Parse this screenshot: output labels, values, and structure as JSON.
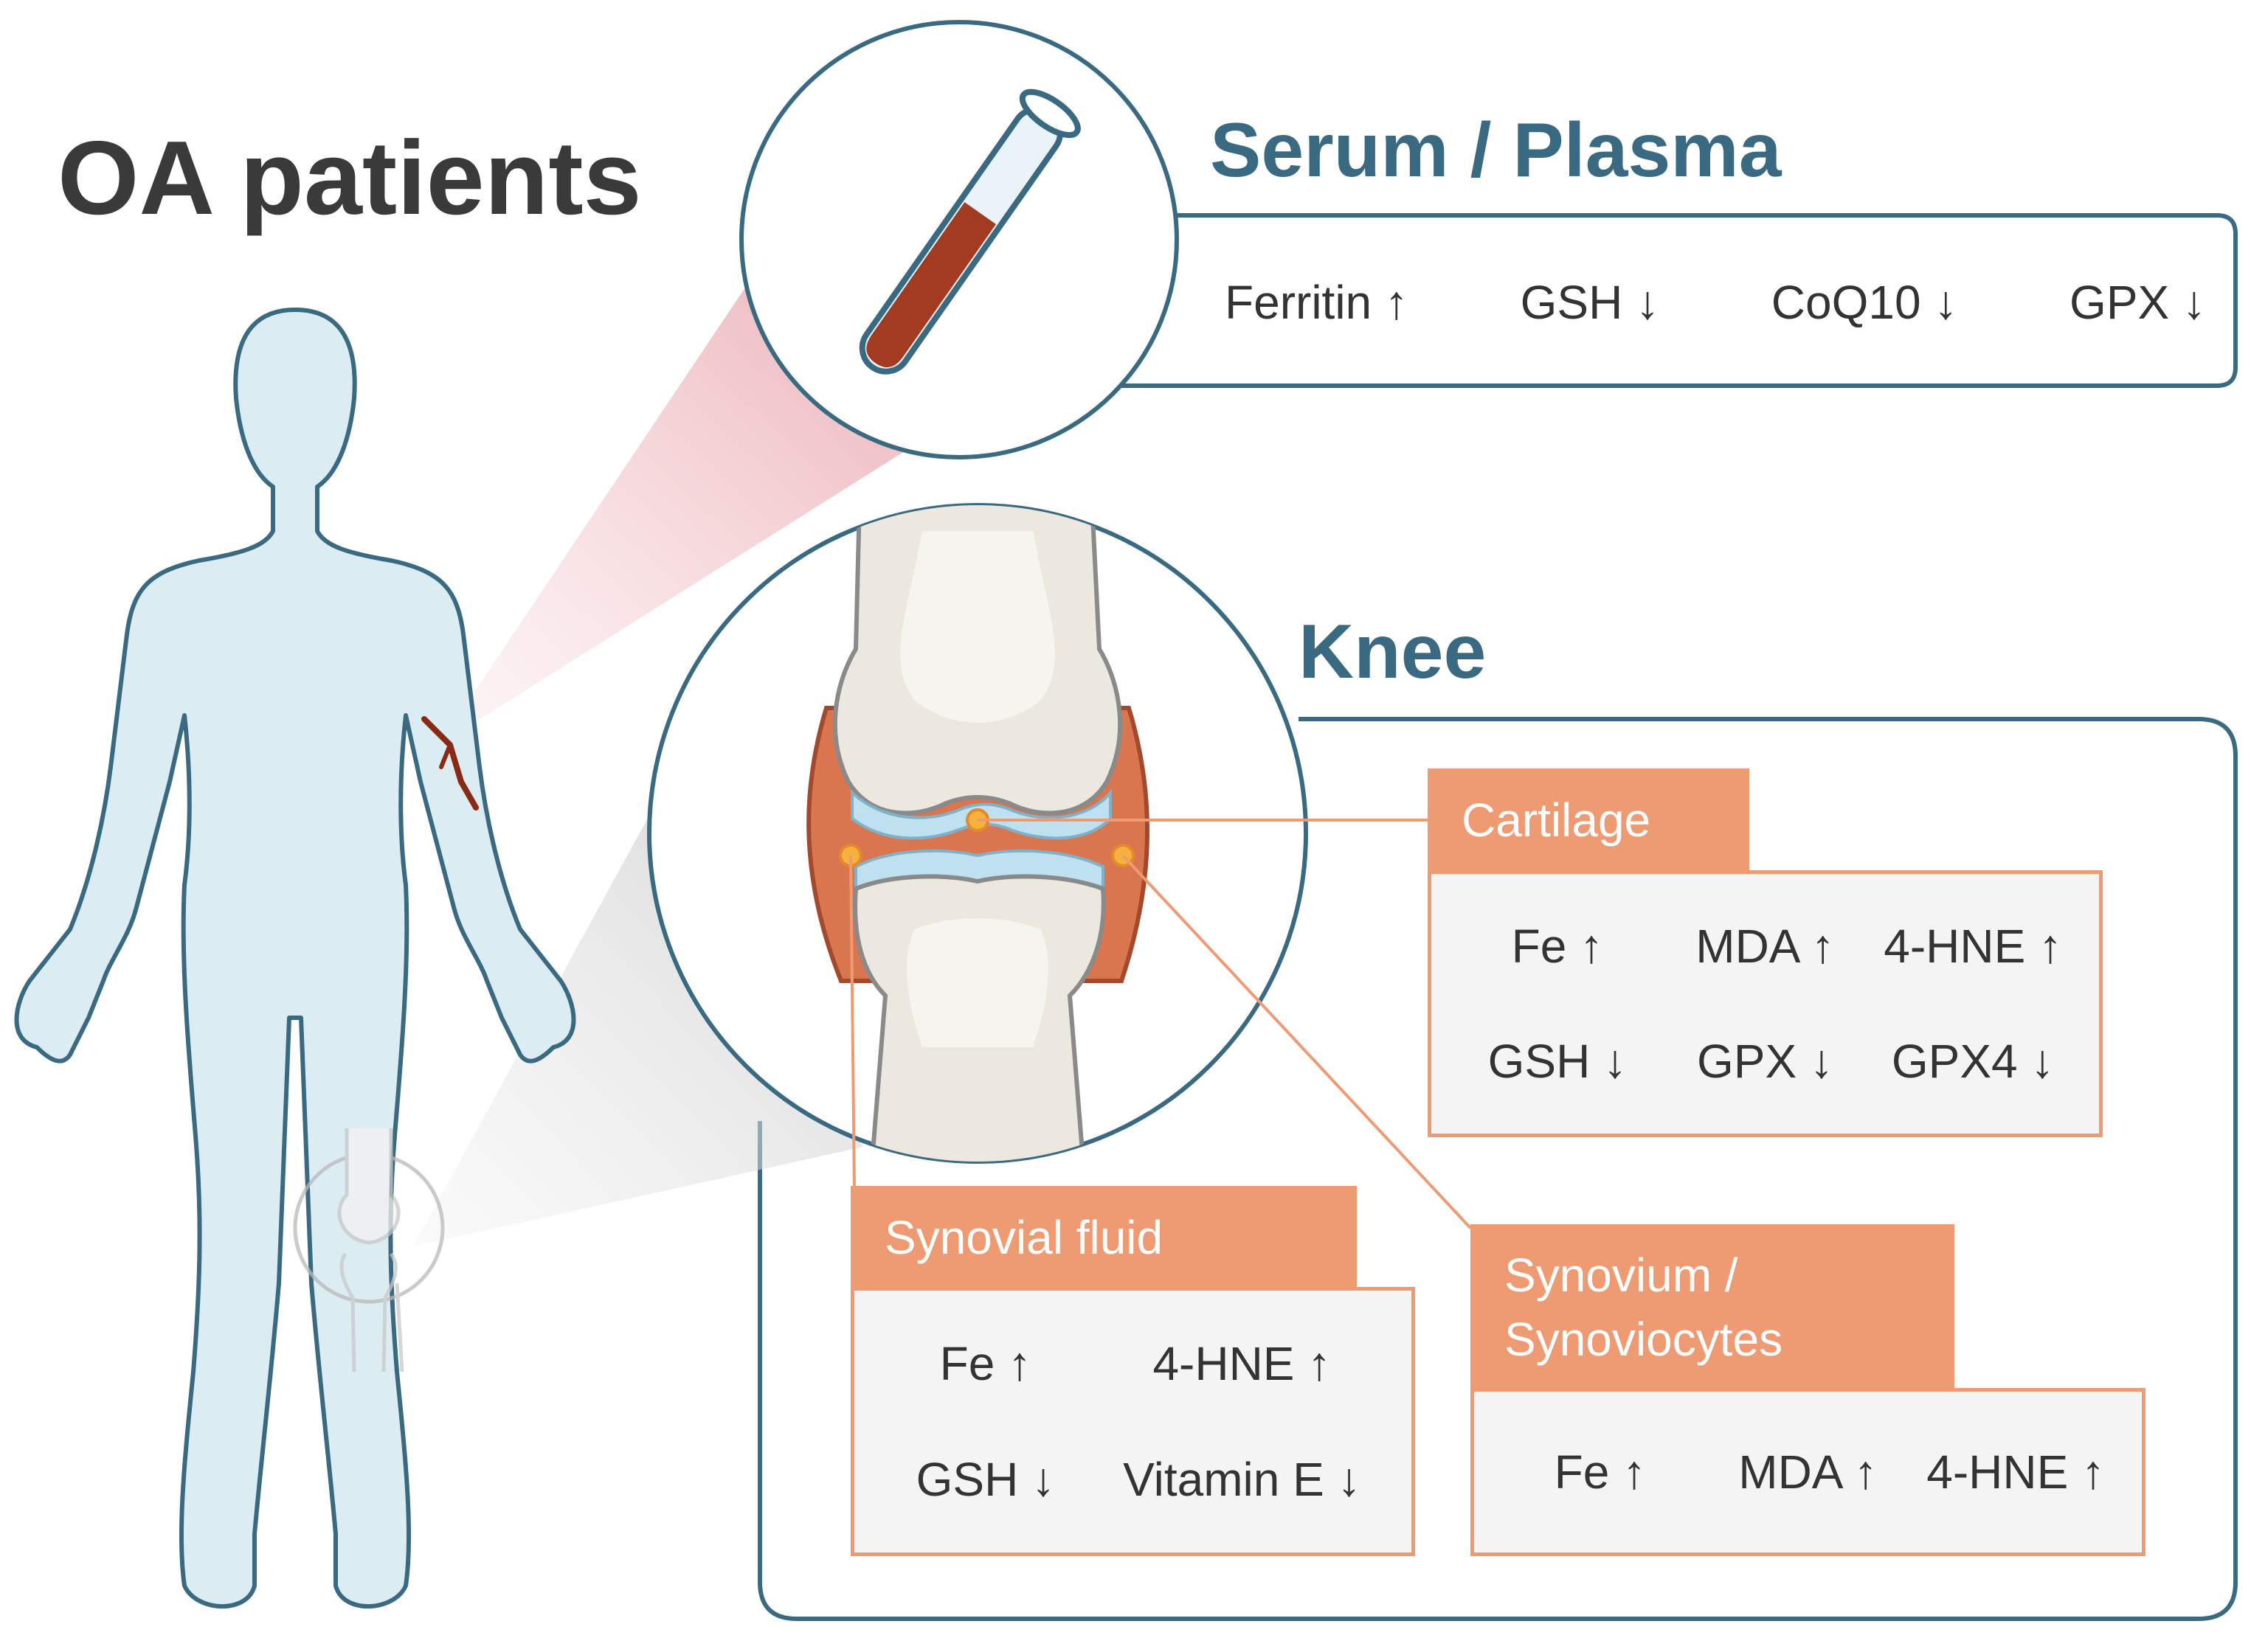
{
  "title": "OA patients",
  "serum": {
    "title": "Serum / Plasma",
    "markers": [
      "Ferritin ↑",
      "GSH ↓",
      "CoQ10 ↓",
      "GPX ↓"
    ]
  },
  "knee": {
    "title": "Knee",
    "cartilage": {
      "label": "Cartilage",
      "markers": [
        "Fe ↑",
        "MDA ↑",
        "4-HNE ↑",
        "GSH ↓",
        "GPX ↓",
        "GPX4 ↓"
      ]
    },
    "synovial_fluid": {
      "label": "Synovial fluid",
      "markers": [
        "Fe ↑",
        "4-HNE ↑",
        "GSH ↓",
        "Vitamin E ↓"
      ]
    },
    "synovium": {
      "label": "Synovium / Synoviocytes",
      "markers": [
        "Fe ↑",
        "MDA ↑",
        "4-HNE ↑"
      ]
    }
  },
  "colors": {
    "body_fill": "#dcecf3",
    "outline": "#3a6a82",
    "accent_orange": "#ee9a72",
    "blood": "#a33a22"
  }
}
